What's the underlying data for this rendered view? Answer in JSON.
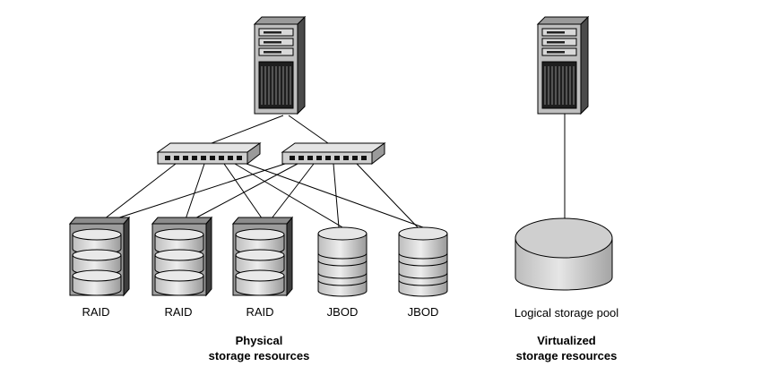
{
  "physical": {
    "devices": [
      {
        "label": "RAID",
        "kind": "raid"
      },
      {
        "label": "RAID",
        "kind": "raid"
      },
      {
        "label": "RAID",
        "kind": "raid"
      },
      {
        "label": "JBOD",
        "kind": "jbod"
      },
      {
        "label": "JBOD",
        "kind": "jbod"
      }
    ],
    "caption_line1": "Physical",
    "caption_line2": "storage resources"
  },
  "virtual": {
    "pool_label": "Logical storage pool",
    "caption_line1": "Virtualized",
    "caption_line2": "storage resources"
  },
  "icons": {
    "server": "server-tower-icon",
    "switch": "network-switch-icon",
    "raid": "raid-array-icon",
    "jbod": "jbod-disk-stack-icon",
    "pool": "storage-pool-cylinder-icon"
  }
}
